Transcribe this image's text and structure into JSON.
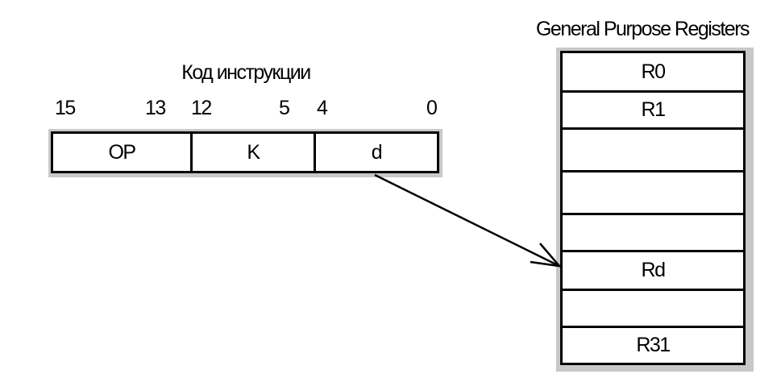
{
  "instruction": {
    "title": "Код инструкции",
    "bits": {
      "b15": "15",
      "b13": "13",
      "b12": "12",
      "b5": "5",
      "b4": "4",
      "b0": "0"
    },
    "fields": {
      "op": "OP",
      "k": "K",
      "d": "d"
    }
  },
  "registers": {
    "title": "General Purpose Registers",
    "rows": [
      "R0",
      "R1",
      "",
      "",
      "",
      "Rd",
      "",
      "R31"
    ]
  },
  "colors": {
    "line": "#000000",
    "shadow": "#c8c8c8"
  }
}
